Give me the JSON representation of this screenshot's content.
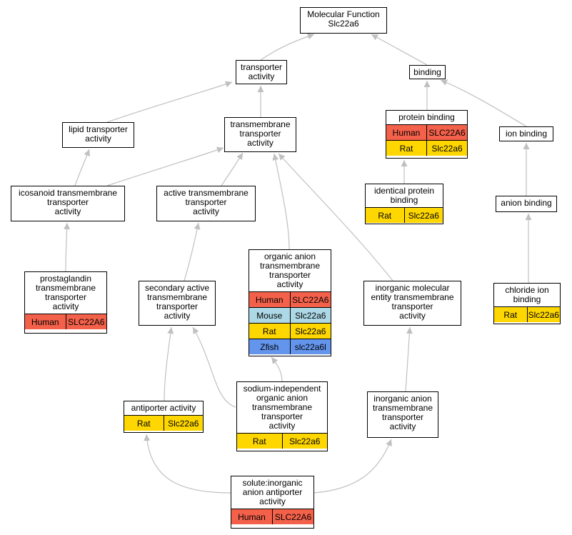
{
  "colors": {
    "Human": "#f4614b",
    "Mouse": "#add8e6",
    "Rat": "#ffd700",
    "Zfish": "#6495ed",
    "edge": "#c0c0c0"
  },
  "nodes": {
    "mf": {
      "label": "Molecular Function\nSlc22a6",
      "rows": []
    },
    "ta": {
      "label": "transporter\nactivity",
      "rows": []
    },
    "bind": {
      "label": "binding",
      "rows": []
    },
    "lta": {
      "label": "lipid transporter\nactivity",
      "rows": []
    },
    "tta": {
      "label": "transmembrane\ntransporter\nactivity",
      "rows": []
    },
    "pb": {
      "label": "protein binding",
      "rows": [
        {
          "sp": "Human",
          "gene": "SLC22A6"
        },
        {
          "sp": "Rat",
          "gene": "Slc22a6"
        }
      ]
    },
    "ib": {
      "label": "ion binding",
      "rows": []
    },
    "itt": {
      "label": "icosanoid transmembrane\ntransporter\nactivity",
      "rows": []
    },
    "att": {
      "label": "active transmembrane\ntransporter\nactivity",
      "rows": []
    },
    "ipb": {
      "label": "identical protein\nbinding",
      "rows": [
        {
          "sp": "Rat",
          "gene": "Slc22a6"
        }
      ]
    },
    "ab": {
      "label": "anion binding",
      "rows": []
    },
    "oat": {
      "label": "organic anion\ntransmembrane\ntransporter\nactivity",
      "rows": [
        {
          "sp": "Human",
          "gene": "SLC22A6"
        },
        {
          "sp": "Mouse",
          "gene": "Slc22a6"
        },
        {
          "sp": "Rat",
          "gene": "Slc22a6"
        },
        {
          "sp": "Zfish",
          "gene": "slc22a6l"
        }
      ]
    },
    "pgt": {
      "label": "prostaglandin\ntransmembrane\ntransporter\nactivity",
      "rows": [
        {
          "sp": "Human",
          "gene": "SLC22A6"
        }
      ]
    },
    "sat": {
      "label": "secondary active\ntransmembrane\ntransporter\nactivity",
      "rows": []
    },
    "imt": {
      "label": "inorganic molecular\nentity transmembrane\ntransporter\nactivity",
      "rows": []
    },
    "cib": {
      "label": "chloride ion\nbinding",
      "rows": [
        {
          "sp": "Rat",
          "gene": "Slc22a6"
        }
      ]
    },
    "sio": {
      "label": "sodium-independent\norganic anion\ntransmembrane\ntransporter\nactivity",
      "rows": [
        {
          "sp": "Rat",
          "gene": "Slc22a6"
        }
      ]
    },
    "aa": {
      "label": "antiporter activity",
      "rows": [
        {
          "sp": "Rat",
          "gene": "Slc22a6"
        }
      ]
    },
    "iat": {
      "label": "inorganic anion\ntransmembrane\ntransporter\nactivity",
      "rows": []
    },
    "sia": {
      "label": "solute:inorganic\nanion antiporter\nactivity",
      "rows": [
        {
          "sp": "Human",
          "gene": "SLC22A6"
        }
      ]
    }
  }
}
